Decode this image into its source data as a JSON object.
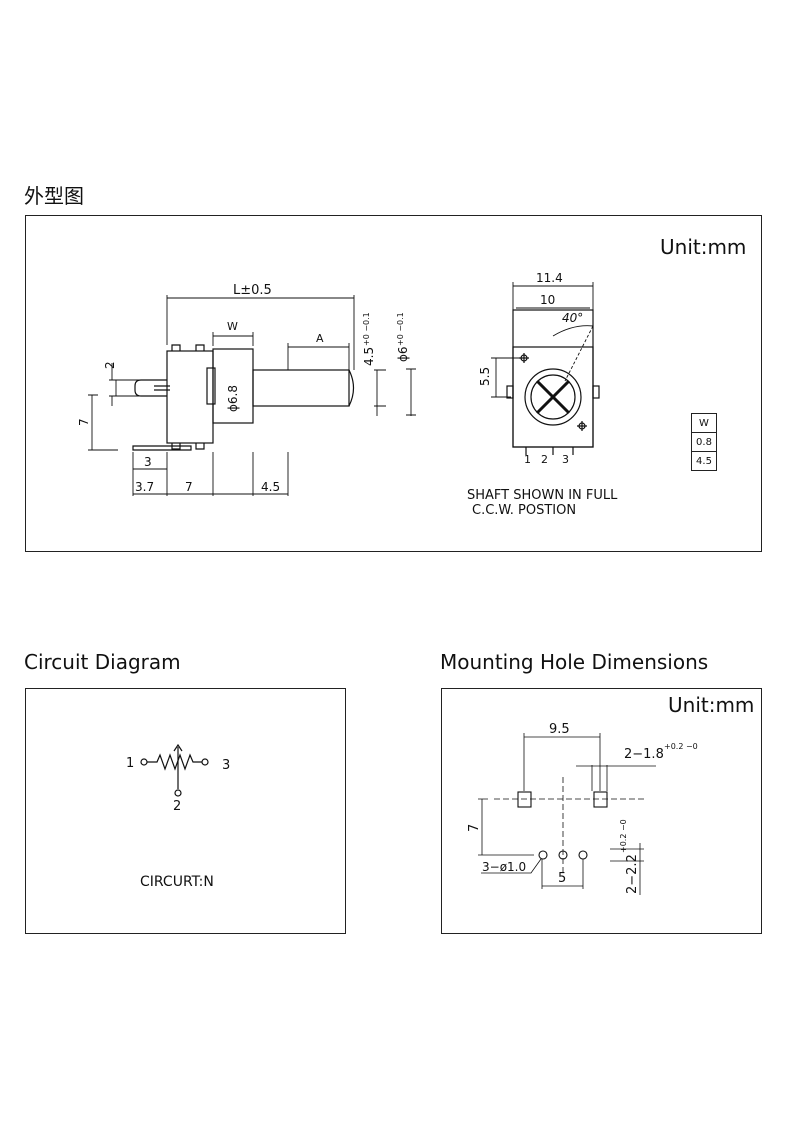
{
  "outline": {
    "heading": "外型图",
    "unit": "Unit:mm",
    "side_view": {
      "length": "L±0.5",
      "w_label": "W",
      "a_label": "A",
      "shaft_len": "4.5",
      "shaft_tol": "+0 −0.1",
      "dia_main": "ϕ6",
      "dia_tol": "+0 −0.1",
      "bush_dia": "ϕ6.8",
      "pin_top": "2",
      "height_7": "7",
      "pin_3": "3",
      "dim_37": "3.7",
      "dim_7": "7",
      "dim_45": "4.5"
    },
    "front_view": {
      "width_114": "11.4",
      "width_10": "10",
      "angle": "40°",
      "height_55": "5.5",
      "terminals": [
        "1",
        "2",
        "3"
      ],
      "note_line1": "SHAFT SHOWN IN FULL",
      "note_line2": "C.C.W. POSTION"
    },
    "w_table": {
      "header": "W",
      "rows": [
        "0.8",
        "4.5"
      ]
    }
  },
  "circuit": {
    "heading": "Circuit Diagram",
    "pin1": "1",
    "pin2": "2",
    "pin3": "3",
    "label": "CIRCURT:N"
  },
  "mounting": {
    "heading": "Mounting Hole Dimensions",
    "unit": "Unit:mm",
    "dim_95": "9.5",
    "dim_18": "2−1.8",
    "dim_18_tol": "+0.2 −0",
    "dim_7": "7",
    "dim_hole": "3−ø1.0",
    "dim_5": "5",
    "dim_22": "2−2.2",
    "dim_22_tol": "+0.2 −0"
  }
}
